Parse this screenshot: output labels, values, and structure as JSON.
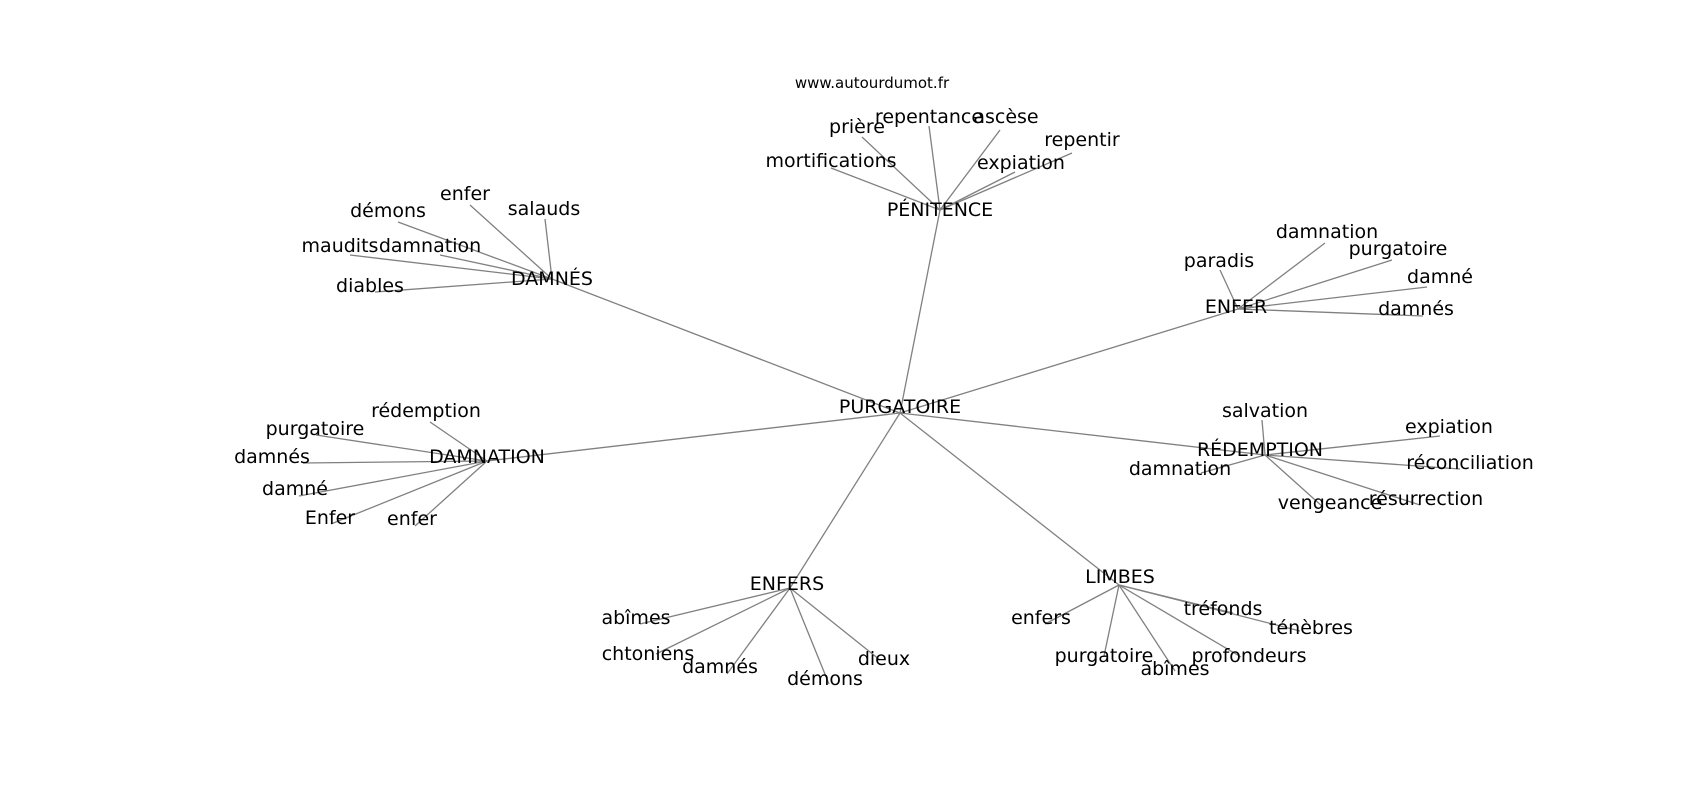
{
  "source": "www.autourdumot.fr",
  "colors": {
    "edge": "#808080",
    "text": "#000000",
    "background": "#ffffff"
  },
  "graph": {
    "center": "PURGATOIRE",
    "hubs": [
      {
        "id": "penitence",
        "label": "PÉNITENCE",
        "leaves": [
          "prière",
          "repentance",
          "ascèse",
          "repentir",
          "mortifications",
          "expiation"
        ]
      },
      {
        "id": "damnes",
        "label": "DAMNÉS",
        "leaves": [
          "enfer",
          "salauds",
          "démons",
          "maudits",
          "damnation",
          "diables"
        ]
      },
      {
        "id": "enfer",
        "label": "ENFER",
        "leaves": [
          "damnation",
          "paradis",
          "purgatoire",
          "damné",
          "damnés"
        ]
      },
      {
        "id": "damnation",
        "label": "DAMNATION",
        "leaves": [
          "rédemption",
          "purgatoire",
          "damnés",
          "damné",
          "Enfer",
          "enfer"
        ]
      },
      {
        "id": "redemption",
        "label": "RÉDEMPTION",
        "leaves": [
          "salvation",
          "expiation",
          "damnation",
          "réconciliation",
          "vengeance",
          "résurrection"
        ]
      },
      {
        "id": "enfers",
        "label": "ENFERS",
        "leaves": [
          "abîmes",
          "chtoniens",
          "damnés",
          "démons",
          "dieux"
        ]
      },
      {
        "id": "limbes",
        "label": "LIMBES",
        "leaves": [
          "enfers",
          "tréfonds",
          "ténèbres",
          "purgatoire",
          "profondeurs",
          "abîmes"
        ]
      }
    ]
  }
}
